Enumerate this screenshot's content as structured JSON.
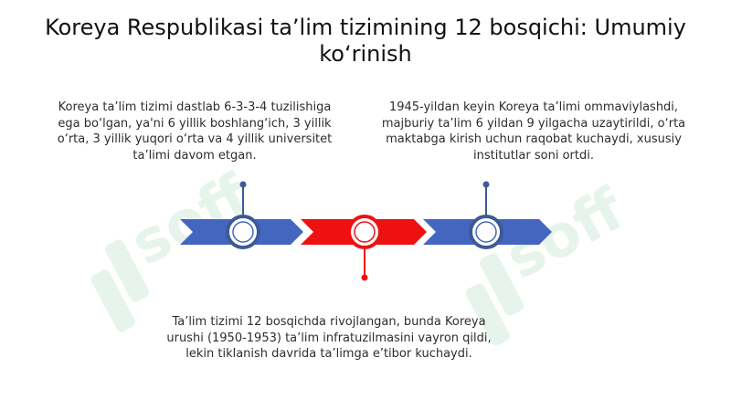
{
  "slide": {
    "title": "Koreya Respublikasi ta’lim tizimining 12 bosqichi: Umumiy ko‘rinish",
    "watermark_text": "soff",
    "colors": {
      "blue": "#4466c0",
      "red": "#ee1111",
      "dark_blue": "#3d5a96",
      "watermark": "#e6f4ec"
    }
  },
  "timeline": {
    "segments": [
      "blue",
      "red",
      "blue"
    ],
    "events": [
      {
        "position": "top",
        "color": "blue",
        "text": "Koreya ta’lim tizimi dastlab 6-3-3-4 tuzilishiga ega bo‘lgan, ya'ni 6 yillik boshlang‘ich, 3 yillik o‘rta, 3 yillik yuqori o‘rta va 4 yillik universitet ta’limi davom etgan."
      },
      {
        "position": "bottom",
        "color": "red",
        "text": "Ta’lim tizimi 12 bosqichda rivojlangan, bunda Koreya urushi (1950-1953) ta’lim infratuzilmasini vayron qildi, lekin tiklanish davrida ta’limga e’tibor kuchaydi."
      },
      {
        "position": "top",
        "color": "blue",
        "text": "1945-yildan keyin Koreya ta’limi ommaviylashdi, majburiy ta’lim 6 yildan 9 yilgacha uzaytirildi, o‘rta maktabga kirish uchun raqobat kuchaydi, xususiy institutlar soni ortdi."
      }
    ]
  }
}
